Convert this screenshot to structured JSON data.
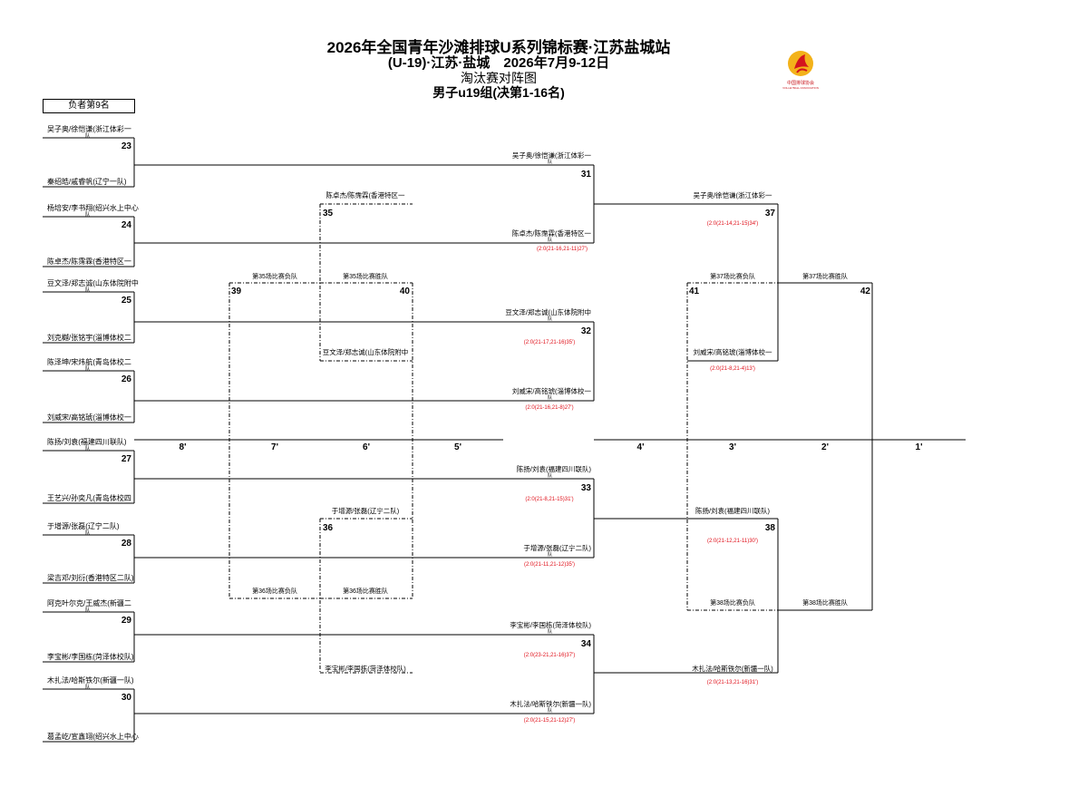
{
  "header": {
    "title": "2026年全国青年沙滩排球U系列锦标赛·江苏盐城站",
    "subtitle": "(U-19)·江苏·盐城　2026年7月9-12日",
    "bracket_title": "淘汰赛对阵图",
    "group_title": "男子u19组(决第1-16名)"
  },
  "logo": {
    "name": "中国排球协会",
    "sub": "VOLLEYBALL ASSOCIATION"
  },
  "loser_box_label": "负者第9名",
  "team_suffix": "队",
  "first_round": [
    {
      "match": "23",
      "top": "吴子奥/徐恺谦(浙江体彩一",
      "bottom": "秦绍皓/戚睿帆(辽宁一队)"
    },
    {
      "match": "24",
      "top": "杨培安/李书翔(绍兴水上中心",
      "bottom": "陈卓杰/陈霈霖(香港特区一"
    },
    {
      "match": "25",
      "top": "豆文泽/郑志诚(山东体院附中",
      "bottom": "刘克樾/张铭宇(淄博体校二"
    },
    {
      "match": "26",
      "top": "陈泽坤/宋炜航(青岛体校二",
      "bottom": "刘威宋/高铭琥(淄博体校一"
    },
    {
      "match": "27",
      "top": "陈扬/刘袁(福建四川联队)",
      "bottom": "王艺兴/孙奕凡(青岛体校四"
    },
    {
      "match": "28",
      "top": "于增源/张磊(辽宁二队)",
      "bottom": "梁吉邓/刘衍(香港特区二队)"
    },
    {
      "match": "29",
      "top": "阿克叶尔克/王威杰(新疆二",
      "bottom": "李宝彬/李国栋(菏泽体校队)"
    },
    {
      "match": "30",
      "top": "木扎法/哈斯铁尔(新疆一队)",
      "bottom": "葛孟屹/宣鑫翊(绍兴水上中心"
    }
  ],
  "second_round": [
    {
      "match": "31",
      "top": "吴子奥/徐恺谦(浙江体彩一",
      "bottom": "陈卓杰/陈霈霖(香港特区一",
      "score": "(2:0(21-16,21-11)27')"
    },
    {
      "match": "32",
      "top": "豆文泽/郑志诚(山东体院附中",
      "bottom": "刘威宋/高铭琥(淄博体校一",
      "score_top": "(2:0(21-17,21-16)35')",
      "score_bottom": "(2:0(21-16,21-8)27')"
    },
    {
      "match": "33",
      "top": "陈扬/刘袁(福建四川联队)",
      "bottom": "于增源/张磊(辽宁二队)",
      "score_top": "(2:0(21-8,21-15)31')",
      "score_bottom": "(2:0(21-11,21-12)35')"
    },
    {
      "match": "34",
      "top": "李宝彬/李国栋(菏泽体校队)",
      "bottom": "木扎法/哈斯铁尔(新疆一队)",
      "score_top": "(2:0(23-21,21-16)37')",
      "score_bottom": "(2:0(21-15,21-12)27')"
    }
  ],
  "losers_bracket": [
    {
      "match": "35",
      "top": "陈卓杰/陈霈霖(香港特区一",
      "bottom": "豆文泽/郑志诚(山东体院附中"
    },
    {
      "match": "36",
      "top": "于增源/张磊(辽宁二队)",
      "bottom": "李宝彬/李国栋(菏泽体校队)"
    }
  ],
  "semis": [
    {
      "match": "37",
      "top": "吴子奥/徐恺谦(浙江体彩一",
      "top_score": "(2:0(21-14,21-15)34')",
      "bottom": "刘威宋/高铭琥(淄博体校一",
      "bottom_score": "(2:0(21-8,21-4)13')"
    },
    {
      "match": "38",
      "top": "陈扬/刘袁(福建四川联队)",
      "top_score": "(2:0(21-12,21-11)30')",
      "bottom": "木扎法/哈斯铁尔(新疆一队)",
      "bottom_score": "(2:0(21-13,21-16)31')"
    }
  ],
  "placement": {
    "m39": "39",
    "m40": "40",
    "m41": "41",
    "m42": "42",
    "m39_top_label": "第35场比赛负队",
    "m39_bottom_label": "第36场比赛负队",
    "m40_top_label": "第35场比赛胜队",
    "m40_bottom_label": "第36场比赛胜队",
    "m41_top_label": "第37场比赛负队",
    "m41_bottom_label": "第38场比赛负队",
    "m42_top_label": "第37场比赛胜队",
    "m42_bottom_label": "第38场比赛胜队"
  },
  "ranks": [
    "8'",
    "7'",
    "6'",
    "5'",
    "4'",
    "3'",
    "2'",
    "1'"
  ]
}
